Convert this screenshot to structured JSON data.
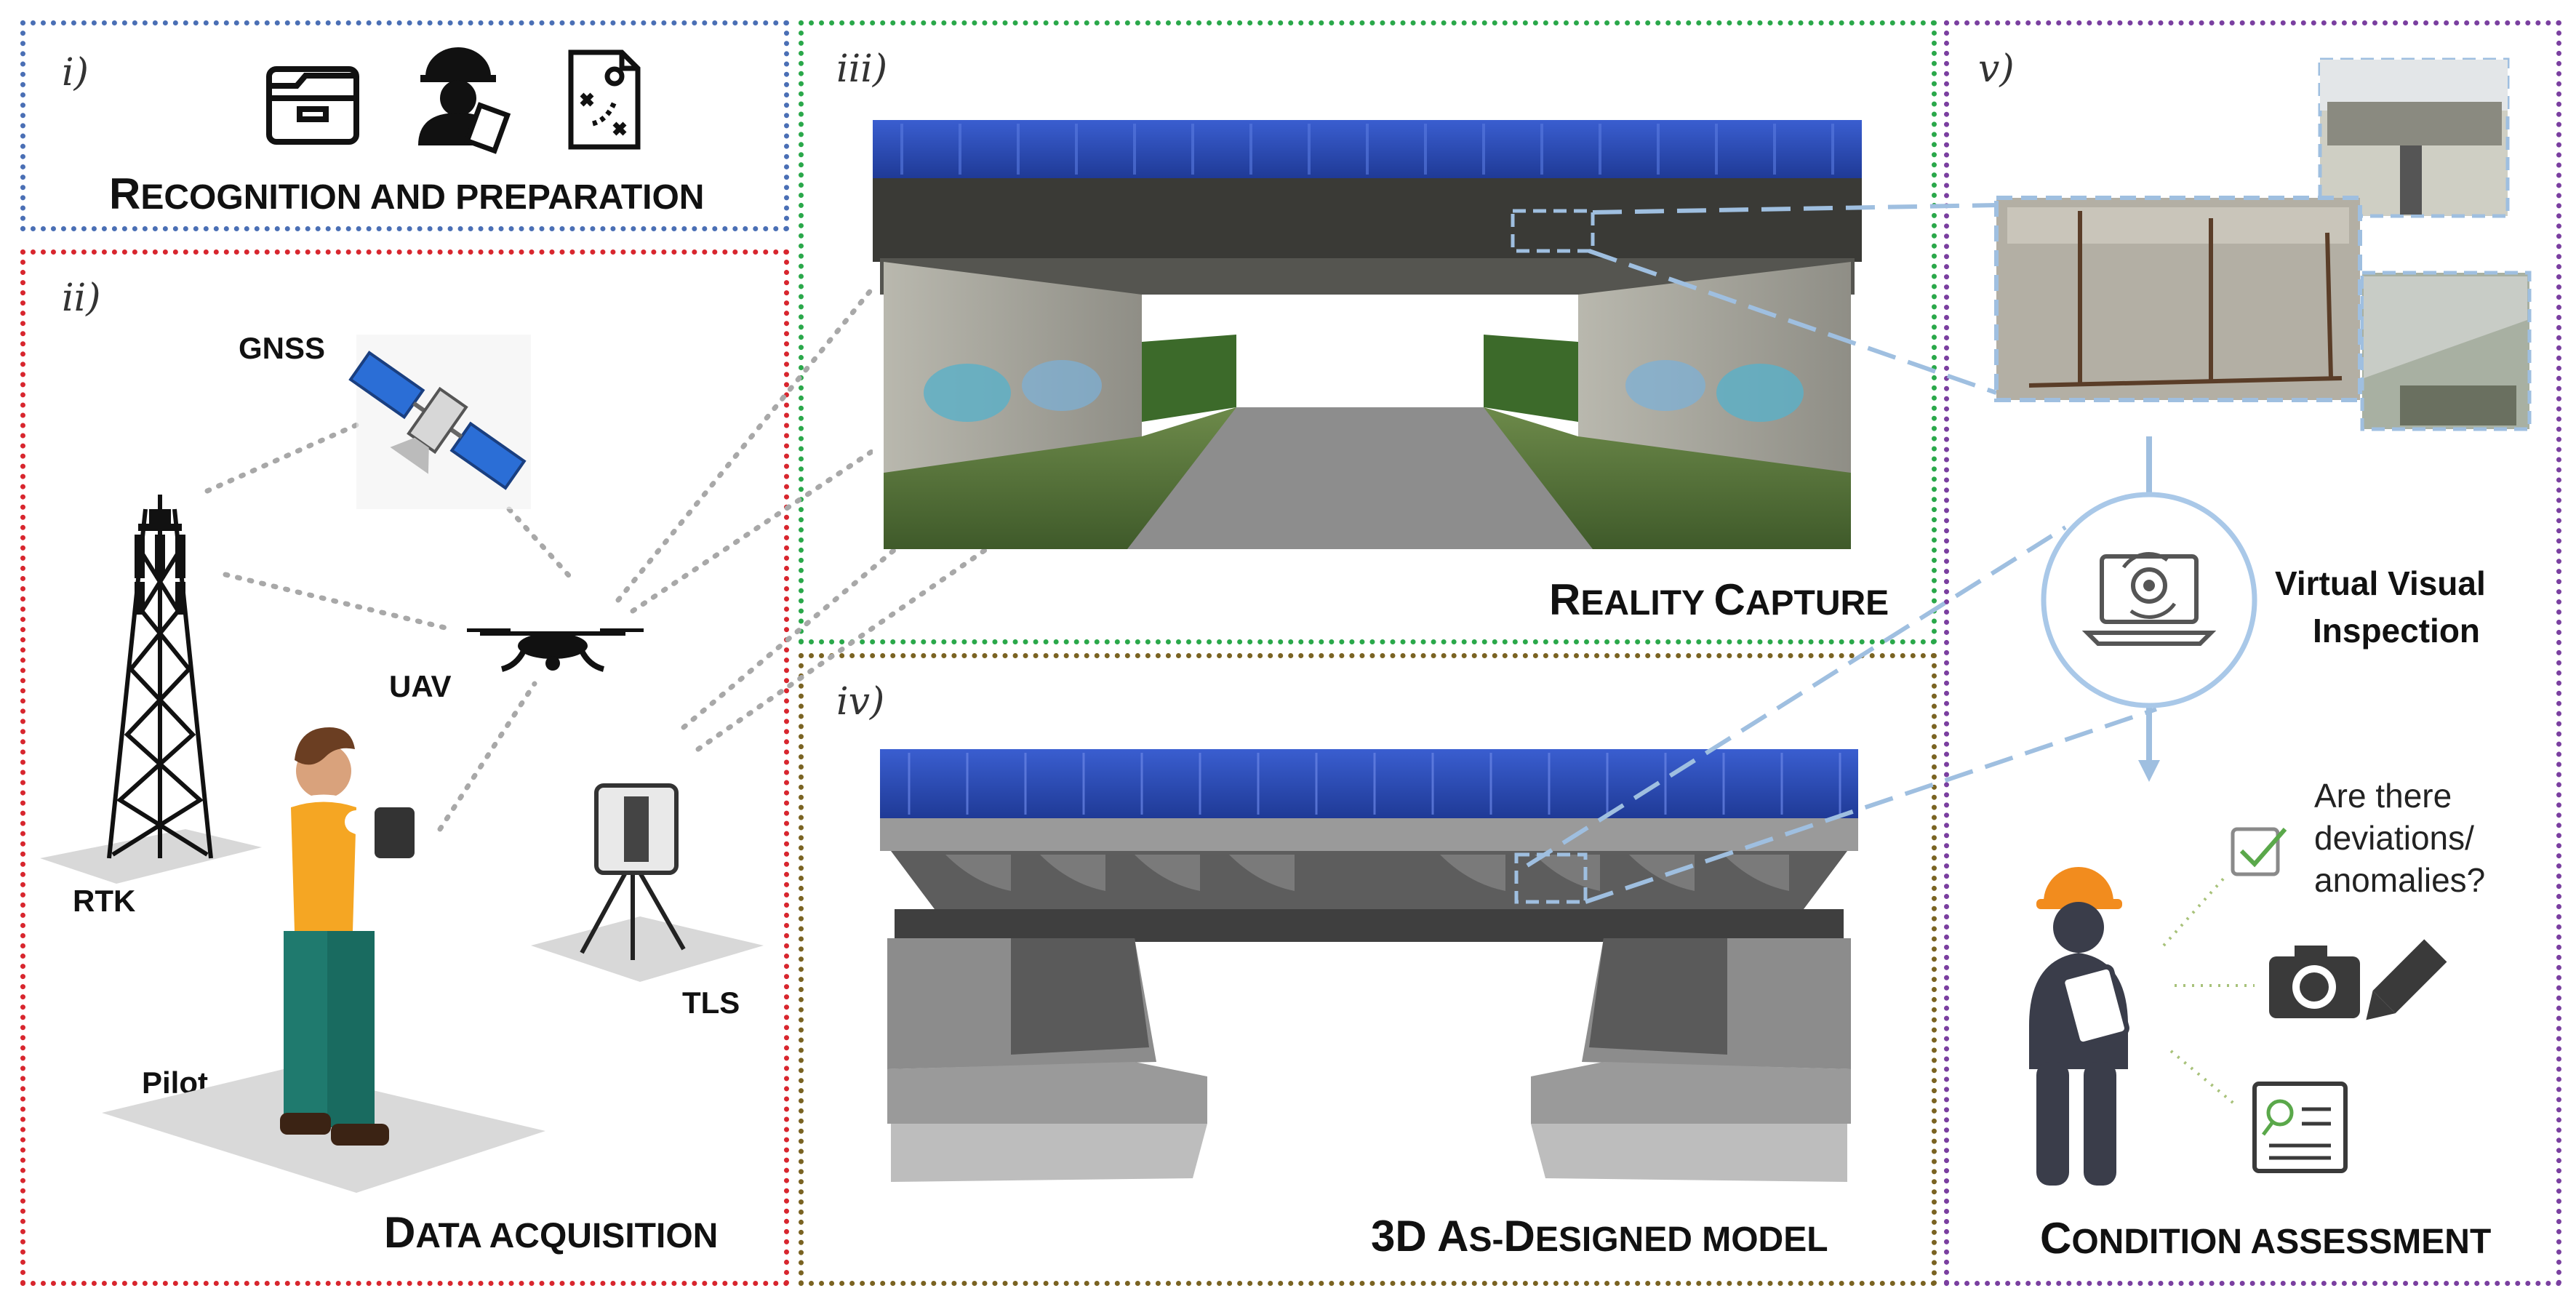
{
  "colors": {
    "panel_recognition": "#4a6fb5",
    "panel_acquisition": "#d8262e",
    "panel_reality": "#2aa84a",
    "panel_model": "#7a6322",
    "panel_assessment": "#7a3fa0",
    "link_dashed": "#9fbfe0",
    "link_dotted": "#a8a8a8",
    "helmet": "#f28c1e",
    "bridge_blue": "#2545a8"
  },
  "panels": {
    "recognition": {
      "roman": "i)",
      "caption_first": "R",
      "caption_rest": "ECOGNITION AND PREPARATION",
      "icons": [
        "folder-icon",
        "worker-with-tablet-icon",
        "strategy-plan-icon"
      ]
    },
    "acquisition": {
      "roman": "ii)",
      "caption_first": "D",
      "caption_rest": "ATA ACQUISITION",
      "labels": {
        "gnss": "GNSS",
        "rtk": "RTK",
        "uav": "UAV",
        "tls": "TLS",
        "pilot": "Pilot"
      }
    },
    "reality": {
      "roman": "iii)",
      "caption_first": "R",
      "caption_rest": "EALITY ",
      "caption_first2": "C",
      "caption_rest2": "APTURE"
    },
    "model": {
      "roman": "iv)",
      "caption_prefix": "3D ",
      "caption_first": "A",
      "caption_rest": "S-",
      "caption_first2": "D",
      "caption_rest2": "ESIGNED MODEL"
    },
    "assessment": {
      "roman": "v)",
      "caption_first": "C",
      "caption_rest": "ONDITION ASSESSMENT",
      "vvi_line1": "Virtual Visual",
      "vvi_line2": "Inspection",
      "question_line1": "Are there",
      "question_line2": "deviations/",
      "question_line3": "anomalies?",
      "icons": [
        "checkbox-icon",
        "camera-icon",
        "pencil-icon",
        "report-icon"
      ]
    }
  }
}
